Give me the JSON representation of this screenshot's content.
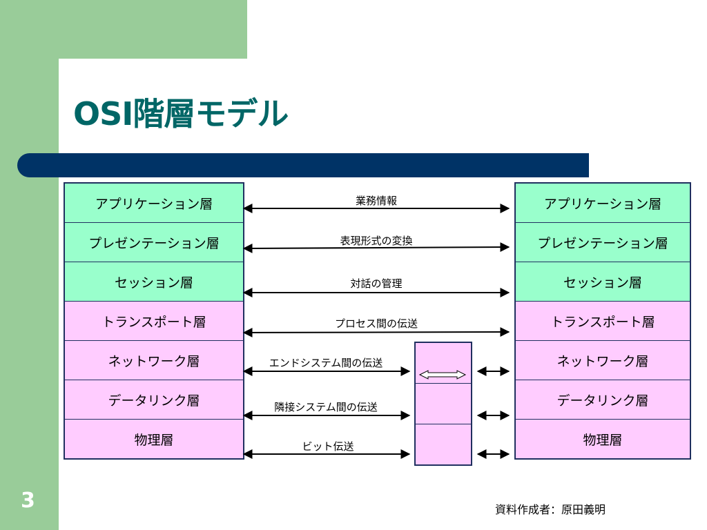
{
  "slide": {
    "title": "OSI階層モデル",
    "page_number": "3",
    "credit": "資料作成者：原田義明"
  },
  "layers": [
    {
      "label": "アプリケーション層",
      "group": "upper"
    },
    {
      "label": "プレゼンテーション層",
      "group": "upper"
    },
    {
      "label": "セッション層",
      "group": "upper"
    },
    {
      "label": "トランスポート層",
      "group": "lower"
    },
    {
      "label": "ネットワーク層",
      "group": "lower"
    },
    {
      "label": "データリンク層",
      "group": "lower"
    },
    {
      "label": "物理層",
      "group": "lower"
    }
  ],
  "protocol_labels": [
    "業務情報",
    "表現形式の変換",
    "対話の管理",
    "プロセス間の伝送",
    "エンドシステム間の伝送",
    "隣接システム間の伝送",
    "ビット伝送"
  ],
  "colors": {
    "upper_fill": "#99ffcc",
    "lower_fill": "#ffccff",
    "title": "#006666",
    "bar": "#003366",
    "side_green": "#99cc99"
  }
}
